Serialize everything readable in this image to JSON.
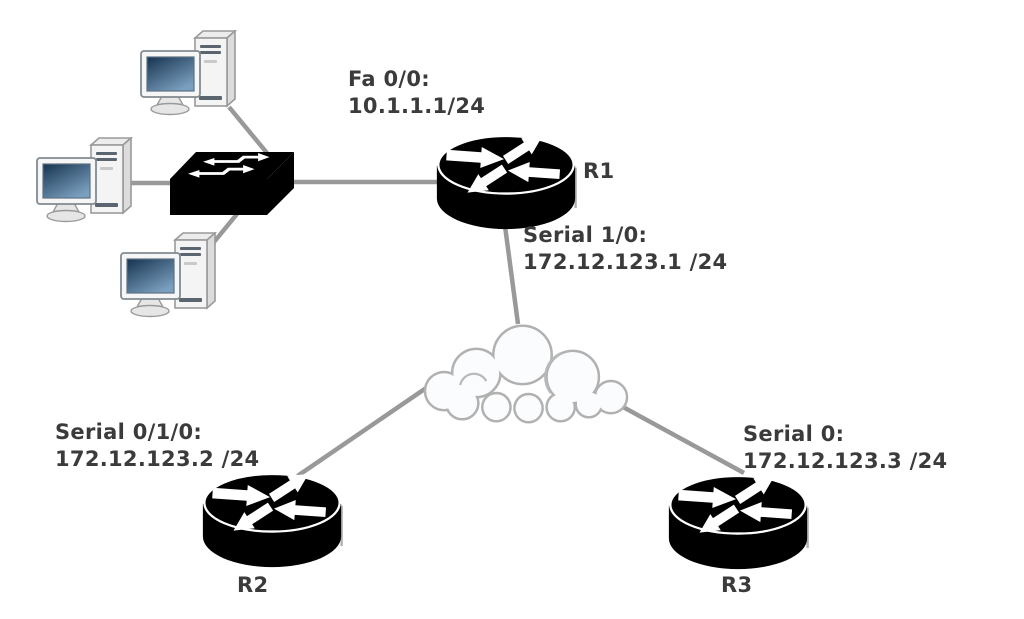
{
  "diagram": {
    "type": "network-topology",
    "colors": {
      "background": "#ffffff",
      "link_line": "#999999",
      "label_text": "#3b3b3b",
      "device_fill": "#000000",
      "device_arrows": "#ffffff",
      "cloud_fill": "#fbfcfd",
      "cloud_outline": "#b1b1b1",
      "pc_screen_dark": "#16334f",
      "pc_screen_light": "#7ba0bf"
    },
    "nodes": {
      "pc1": {
        "type": "pc",
        "icon": "desktop-pc-icon"
      },
      "pc2": {
        "type": "pc",
        "icon": "desktop-pc-icon"
      },
      "pc3": {
        "type": "pc",
        "icon": "desktop-pc-icon"
      },
      "switch": {
        "type": "switch",
        "icon": "workgroup-switch-icon"
      },
      "r1": {
        "type": "router",
        "name": "R1",
        "icon": "router-icon"
      },
      "r2": {
        "type": "router",
        "name": "R2",
        "icon": "router-icon"
      },
      "r3": {
        "type": "router",
        "name": "R3",
        "icon": "router-icon"
      },
      "cloud": {
        "type": "wan-cloud",
        "icon": "cloud-icon"
      }
    },
    "interface_labels": {
      "r1_lan": {
        "interface": "Fa 0/0:",
        "address": "10.1.1.1/24"
      },
      "r1_wan": {
        "interface": "Serial 1/0:",
        "address": "172.12.123.1 /24"
      },
      "r2_wan": {
        "interface": "Serial 0/1/0:",
        "address": "172.12.123.2 /24"
      },
      "r3_wan": {
        "interface": "Serial 0:",
        "address": "172.12.123.3 /24"
      }
    },
    "connections": [
      {
        "from": "pc1",
        "to": "switch"
      },
      {
        "from": "pc2",
        "to": "switch"
      },
      {
        "from": "pc3",
        "to": "switch"
      },
      {
        "from": "switch",
        "to": "r1"
      },
      {
        "from": "r1",
        "to": "cloud"
      },
      {
        "from": "cloud",
        "to": "r2"
      },
      {
        "from": "cloud",
        "to": "r3"
      }
    ]
  }
}
